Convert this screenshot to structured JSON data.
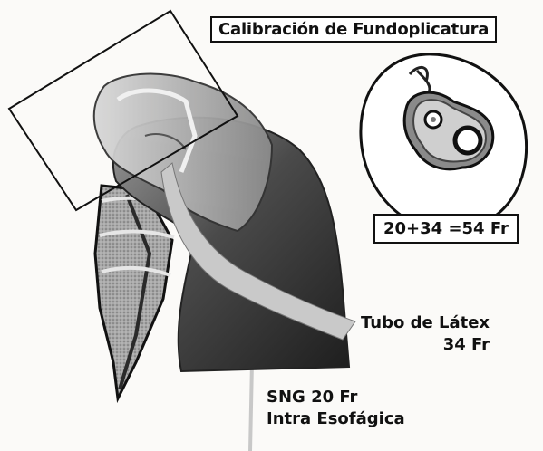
{
  "figure": {
    "title": "Calibración de Fundoplicatura",
    "equation": "20+34 =54 Fr",
    "tube_label_line1": "Tubo de Látex",
    "tube_label_line2": "34 Fr",
    "sng_label_line1": "SNG 20 Fr",
    "sng_label_line2": "Intra Esofágica"
  },
  "colors": {
    "outline": "#111111",
    "stomach_dark": "#2e2e2e",
    "stomach_mid": "#777777",
    "stomach_light": "#bdbdbd",
    "esophagus_fill": "#9a9a9a",
    "tube": "#c9c9c9",
    "background": "#fbfaf8"
  }
}
